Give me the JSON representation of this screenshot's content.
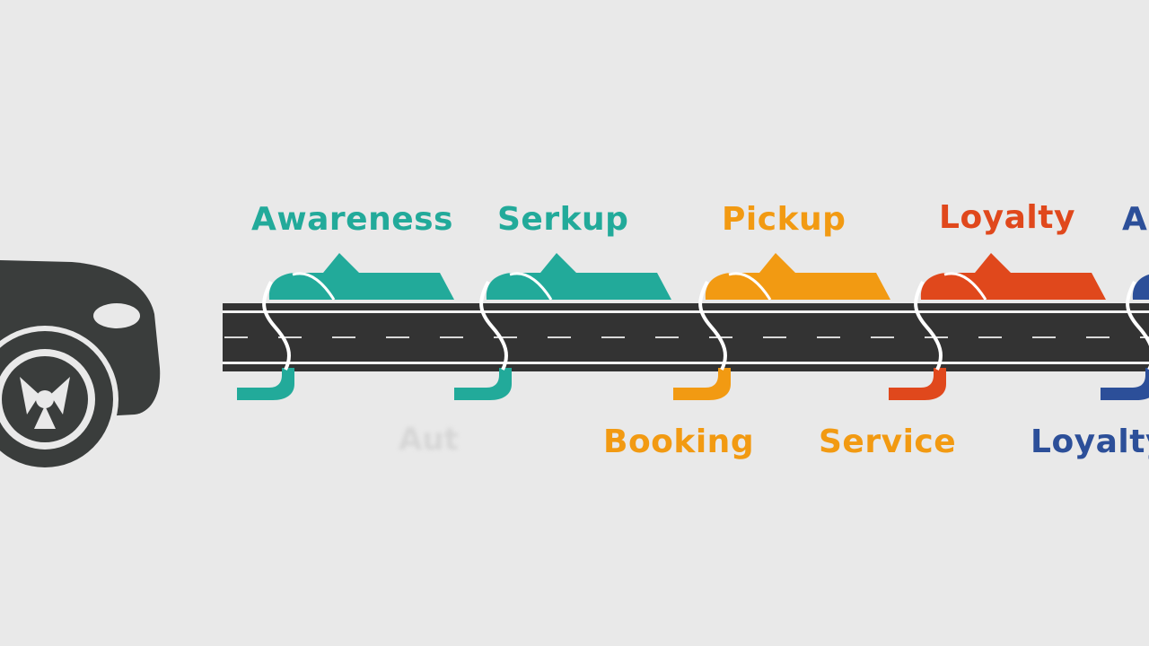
{
  "labels": {
    "top": [
      {
        "text": "Awareness",
        "color": "#22aa9a"
      },
      {
        "text": "Serkup",
        "color": "#22aa9a"
      },
      {
        "text": "Pickup",
        "color": "#f29a12"
      },
      {
        "text": "Loyalty",
        "color": "#e0481c"
      },
      {
        "text": "A",
        "color": "#2c4f99"
      }
    ],
    "bottom": [
      {
        "text": "Aut",
        "color": "#d6d6d6"
      },
      {
        "text": "Booking",
        "color": "#f29a12"
      },
      {
        "text": "Service",
        "color": "#f29a12"
      },
      {
        "text": "Loyalty",
        "color": "#2c4f99"
      }
    ]
  },
  "colors": {
    "background": "#e9e9e9",
    "road": "#333333",
    "car": "#3a3d3c",
    "teal": "#22aa9a",
    "orange": "#f29a12",
    "red": "#e0481c",
    "blue": "#2c4f99"
  },
  "icons": [
    "car-icon",
    "wheel-icon",
    "road-icon"
  ]
}
